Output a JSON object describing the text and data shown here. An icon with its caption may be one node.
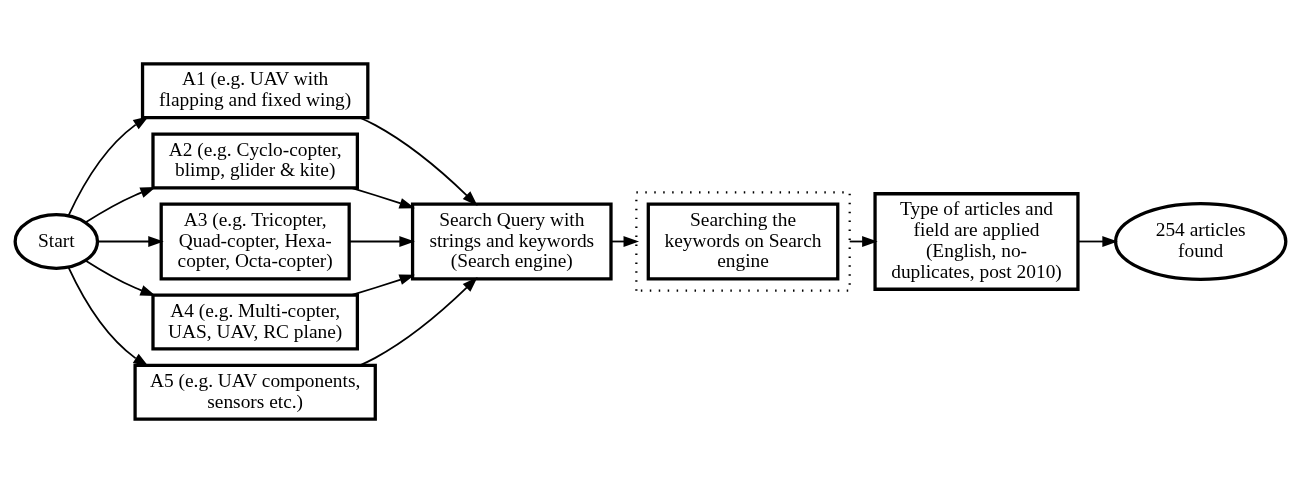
{
  "diagram": {
    "nodes": [
      {
        "text": [
          "Start"
        ]
      },
      {
        "text": [
          "A1 (e.g. UAV with flapping and fixed wing)"
        ]
      },
      {
        "text": [
          "A2 (e.g. Cyclo-copter, blimp, glider & kite)"
        ]
      },
      {
        "text": [
          "A3 (e.g. Tricopter, Quad-copter, Hexa-copter, Octa-copter)"
        ]
      },
      {
        "text": [
          "A4 (e.g. Multi-copter, UAS, UAV, RC plane)"
        ]
      },
      {
        "text": [
          "A5 (e.g. UAV components, sensors etc.)"
        ]
      },
      {
        "text": [
          "Search Query with strings and keywords (Search engine)"
        ]
      },
      {
        "text": [],
        "shape": "box"
      },
      {
        "text": [
          "Searching the keywords on Search engine"
        ],
        "in": 7
      },
      {
        "text": [
          "Type of articles and field are applied (English, no-duplicates, post 2010)"
        ]
      },
      {
        "text": [
          "254 articles found"
        ]
      }
    ],
    "edges": [
      {
        "from": 0,
        "to": 1,
        "arrow": "to"
      },
      {
        "from": 0,
        "to": 2,
        "arrow": "to"
      },
      {
        "from": 0,
        "to": 3,
        "arrow": "to"
      },
      {
        "from": 0,
        "to": 4,
        "arrow": "to"
      },
      {
        "from": 0,
        "to": 5,
        "arrow": "to"
      },
      {
        "from": 1,
        "to": 6,
        "arrow": "to"
      },
      {
        "from": 2,
        "to": 6,
        "arrow": "to"
      },
      {
        "from": 3,
        "to": 6,
        "arrow": "to"
      },
      {
        "from": 4,
        "to": 6,
        "arrow": "to"
      },
      {
        "from": 5,
        "to": 6,
        "arrow": "to"
      },
      {
        "from": 6,
        "to": 7,
        "arrow": "to"
      },
      {
        "from": 7,
        "to": 9,
        "arrow": "to"
      },
      {
        "from": 9,
        "to": 10,
        "arrow": "to"
      }
    ]
  }
}
